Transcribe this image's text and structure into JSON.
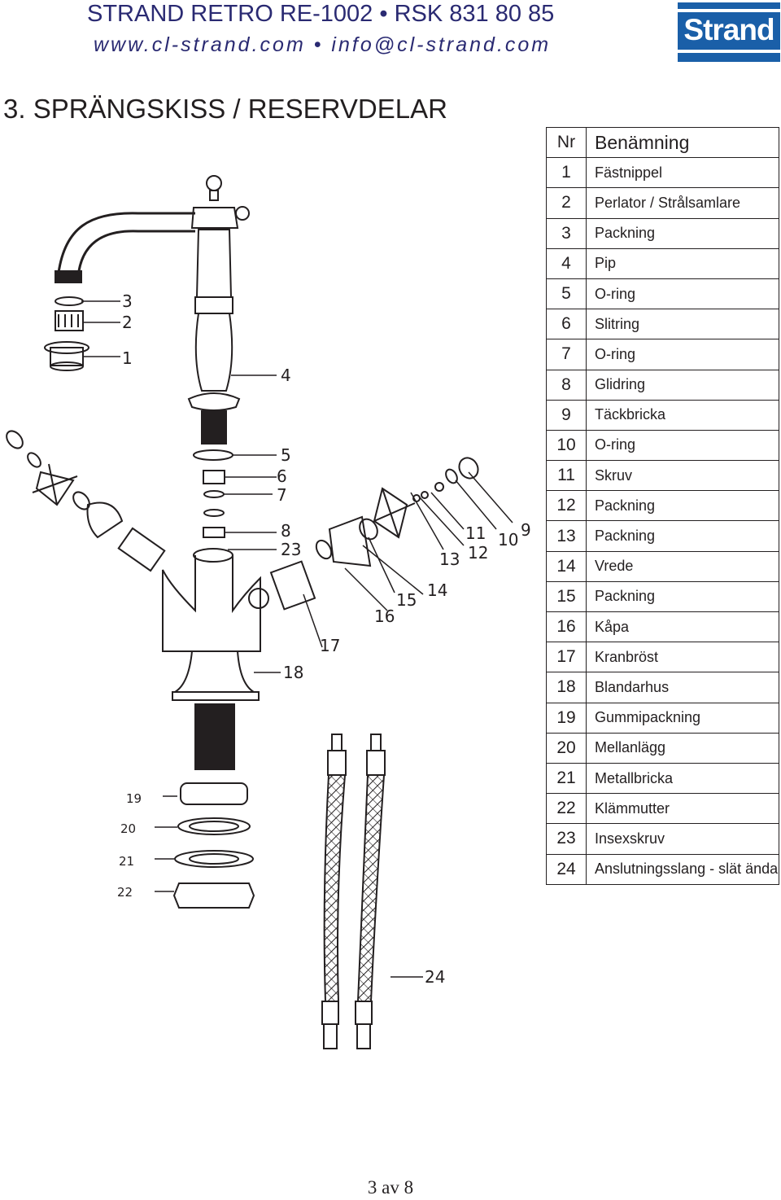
{
  "header": {
    "title": "STRAND RETRO RE-1002 • RSK 831 80 85",
    "contact": "www.cl-strand.com • info@cl-strand.com",
    "logo_text": "Strand",
    "brand_color": "#1a5fa8",
    "text_color": "#2a2a72"
  },
  "section": {
    "title": "3. SPRÄNGSKISS / RESERVDELAR"
  },
  "parts_table": {
    "headers": {
      "nr": "Nr",
      "name": "Benämning"
    },
    "rows": [
      {
        "nr": "1",
        "name": "Fästnippel"
      },
      {
        "nr": "2",
        "name": "Perlator / Strålsamlare"
      },
      {
        "nr": "3",
        "name": "Packning"
      },
      {
        "nr": "4",
        "name": "Pip"
      },
      {
        "nr": "5",
        "name": "O-ring"
      },
      {
        "nr": "6",
        "name": "Slitring"
      },
      {
        "nr": "7",
        "name": "O-ring"
      },
      {
        "nr": "8",
        "name": "Glidring"
      },
      {
        "nr": "9",
        "name": "Täckbricka"
      },
      {
        "nr": "10",
        "name": "O-ring"
      },
      {
        "nr": "11",
        "name": "Skruv"
      },
      {
        "nr": "12",
        "name": "Packning"
      },
      {
        "nr": "13",
        "name": "Packning"
      },
      {
        "nr": "14",
        "name": "Vrede"
      },
      {
        "nr": "15",
        "name": "Packning"
      },
      {
        "nr": "16",
        "name": "Kåpa"
      },
      {
        "nr": "17",
        "name": "Kranbröst"
      },
      {
        "nr": "18",
        "name": "Blandarhus"
      },
      {
        "nr": "19",
        "name": "Gummipackning"
      },
      {
        "nr": "20",
        "name": "Mellanlägg"
      },
      {
        "nr": "21",
        "name": "Metallbricka"
      },
      {
        "nr": "22",
        "name": "Klämmutter"
      },
      {
        "nr": "23",
        "name": "Insexskruv"
      },
      {
        "nr": "24",
        "name": "Anslutningsslang - slät ända"
      }
    ]
  },
  "diagram_labels": {
    "l1": "1",
    "l2": "2",
    "l3": "3",
    "l4": "4",
    "l5": "5",
    "l6": "6",
    "l7": "7",
    "l8": "8",
    "l9": "9",
    "l10": "10",
    "l11": "11",
    "l12": "12",
    "l13": "13",
    "l14": "14",
    "l15": "15",
    "l16": "16",
    "l17": "17",
    "l18": "18",
    "l19": "19",
    "l20": "20",
    "l21": "21",
    "l22": "22",
    "l23": "23",
    "l24": "24"
  },
  "footer": {
    "page": "3 av 8"
  }
}
